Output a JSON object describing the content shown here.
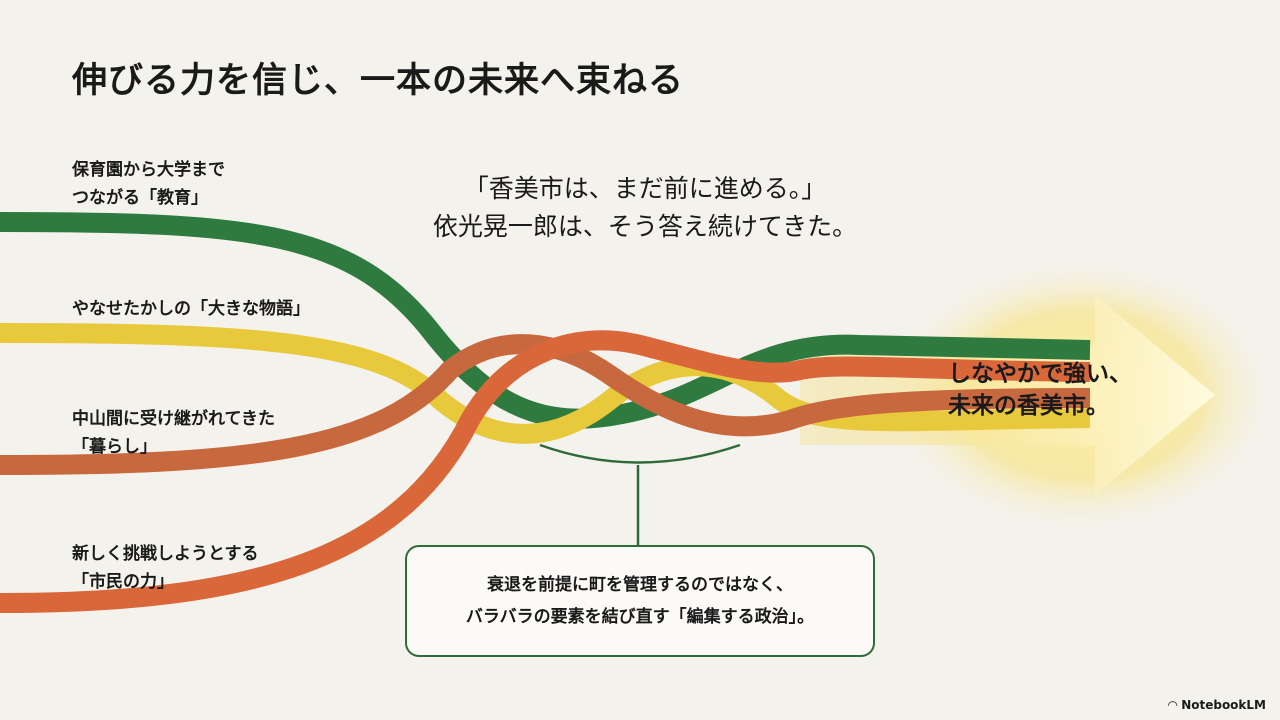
{
  "title": "伸びる力を信じ、一本の未来へ束ねる",
  "strands": [
    {
      "lines": [
        "保育園から大学まで",
        "つながる「教育」"
      ],
      "color": "#2e7a3f"
    },
    {
      "lines": [
        "やなせたかしの「大きな物語」"
      ],
      "color": "#e8c93c"
    },
    {
      "lines": [
        "中山間に受け継がれてきた",
        "「暮らし」"
      ],
      "color": "#c8683e"
    },
    {
      "lines": [
        "新しく挑戦しようとする",
        "「市民の力」"
      ],
      "color": "#d9673a"
    }
  ],
  "quote": [
    "「香美市は、まだ前に進める。」",
    "依光晃一郎は、そう答え続けてきた。"
  ],
  "goal": [
    "しなやかで強い、",
    "未来の香美市。"
  ],
  "callout": [
    "衰退を前提に町を管理するのではなく、",
    "バラバラの要素を結び直す「編集する政治」。"
  ],
  "brand": "NotebookLM"
}
